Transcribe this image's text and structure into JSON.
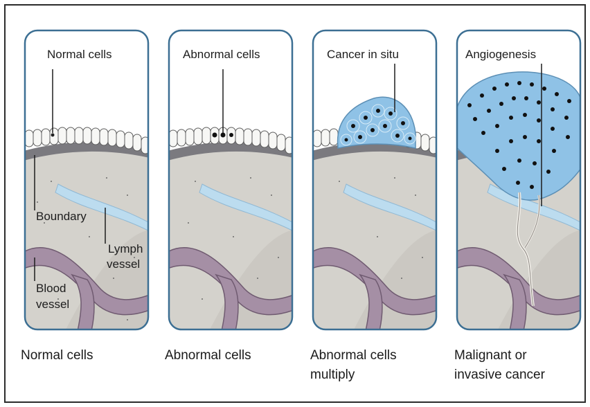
{
  "panels": [
    {
      "title": "Normal cells",
      "labels": {
        "boundary": "Boundary",
        "lymph_1": "Lymph",
        "lymph_2": "vessel",
        "blood_1": "Blood",
        "blood_2": "vessel"
      },
      "caption_1": "Normal cells",
      "caption_2": ""
    },
    {
      "title": "Abnormal cells",
      "caption_1": "Abnormal cells",
      "caption_2": ""
    },
    {
      "title": "Cancer in situ",
      "caption_1": "Abnormal cells",
      "caption_2": "multiply"
    },
    {
      "title": "Angiogenesis",
      "caption_1": "Malignant or",
      "caption_2": "invasive cancer"
    }
  ],
  "colors": {
    "tissue": "#d4d2cc",
    "tissue_shadow": "#c4c1ba",
    "boundary_band": "#7b7a7f",
    "blood_vessel": "#a58fa5",
    "blood_vessel_dark": "#6f5a70",
    "lymph_vessel": "#bcdcef",
    "cancer_cell": "#8fc2e6",
    "panel_border": "#3c6f93"
  },
  "icons": [
    "cell-icon",
    "nucleus-icon"
  ]
}
